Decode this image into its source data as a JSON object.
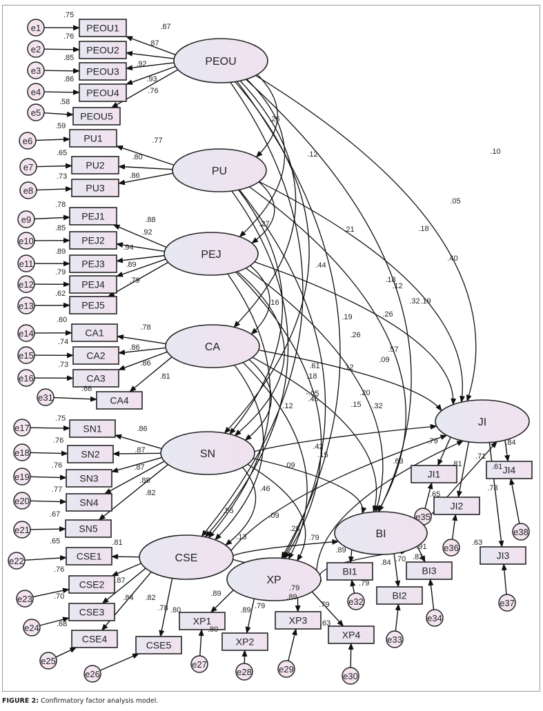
{
  "caption": {
    "prefix": "FIGURE 2:",
    "text": " Confirmatory factor analysis model."
  },
  "colors": {
    "node_fill_start": "#e6e6f2",
    "node_fill_end": "#f0e0ee",
    "stroke": "#111111",
    "frame": "#9a9a9a"
  },
  "latents": [
    {
      "id": "PEOU",
      "label": "PEOU"
    },
    {
      "id": "PU",
      "label": "PU"
    },
    {
      "id": "PEJ",
      "label": "PEJ"
    },
    {
      "id": "CA",
      "label": "CA"
    },
    {
      "id": "SN",
      "label": "SN"
    },
    {
      "id": "CSE",
      "label": "CSE"
    },
    {
      "id": "XP",
      "label": "XP"
    },
    {
      "id": "BI",
      "label": "BI"
    },
    {
      "id": "JI",
      "label": "JI"
    }
  ],
  "indicators": [
    {
      "id": "PEOU1",
      "factor": "PEOU",
      "loading": ".87",
      "r2": ".75",
      "error": "e1"
    },
    {
      "id": "PEOU2",
      "factor": "PEOU",
      "loading": ".87",
      "r2": ".76",
      "error": "e2"
    },
    {
      "id": "PEOU3",
      "factor": "PEOU",
      "loading": ".92",
      "r2": ".85",
      "error": "e3"
    },
    {
      "id": "PEOU4",
      "factor": "PEOU",
      "loading": ".93",
      "r2": ".86",
      "error": "e4"
    },
    {
      "id": "PEOU5",
      "factor": "PEOU",
      "loading": ".76",
      "r2": ".58",
      "error": "e5"
    },
    {
      "id": "PU1",
      "factor": "PU",
      "loading": ".77",
      "r2": ".59",
      "error": "e6"
    },
    {
      "id": "PU2",
      "factor": "PU",
      "loading": ".80",
      "r2": ".65",
      "error": "e7"
    },
    {
      "id": "PU3",
      "factor": "PU",
      "loading": ".86",
      "r2": ".73",
      "error": "e8"
    },
    {
      "id": "PEJ1",
      "factor": "PEJ",
      "loading": ".88",
      "r2": ".78",
      "error": "e9"
    },
    {
      "id": "PEJ2",
      "factor": "PEJ",
      "loading": ".92",
      "r2": ".85",
      "error": "e10"
    },
    {
      "id": "PEJ3",
      "factor": "PEJ",
      "loading": ".94",
      "r2": ".89",
      "error": "e11"
    },
    {
      "id": "PEJ4",
      "factor": "PEJ",
      "loading": ".89",
      "r2": ".79",
      "error": "e12"
    },
    {
      "id": "PEJ5",
      "factor": "PEJ",
      "loading": ".79",
      "r2": ".62",
      "error": "e13"
    },
    {
      "id": "CA1",
      "factor": "CA",
      "loading": ".78",
      "r2": ".60",
      "error": "e14"
    },
    {
      "id": "CA2",
      "factor": "CA",
      "loading": ".86",
      "r2": ".74",
      "error": "e15"
    },
    {
      "id": "CA3",
      "factor": "CA",
      "loading": ".86",
      "r2": ".73",
      "error": "e16"
    },
    {
      "id": "CA4",
      "factor": "CA",
      "loading": ".81",
      "r2": ".66",
      "error": "e31"
    },
    {
      "id": "SN1",
      "factor": "SN",
      "loading": ".86",
      "r2": ".75",
      "error": "e17"
    },
    {
      "id": "SN2",
      "factor": "SN",
      "loading": ".87",
      "r2": ".76",
      "error": "e18"
    },
    {
      "id": "SN3",
      "factor": "SN",
      "loading": ".87",
      "r2": ".76",
      "error": "e19"
    },
    {
      "id": "SN4",
      "factor": "SN",
      "loading": ".88",
      "r2": ".77",
      "error": "e20"
    },
    {
      "id": "SN5",
      "factor": "SN",
      "loading": ".82",
      "r2": ".67",
      "error": "e21"
    },
    {
      "id": "CSE1",
      "factor": "CSE",
      "loading": ".81",
      "r2": ".65",
      "error": "e22"
    },
    {
      "id": "CSE2",
      "factor": "CSE",
      "loading": ".87",
      "r2": ".76",
      "error": "e23"
    },
    {
      "id": "CSE3",
      "factor": "CSE",
      "loading": ".84",
      "r2": ".70",
      "error": "e24"
    },
    {
      "id": "CSE4",
      "factor": "CSE",
      "loading": ".82",
      "r2": ".68",
      "error": "e25"
    },
    {
      "id": "CSE5",
      "factor": "CSE",
      "loading": ".78",
      "r2": ".80",
      "error": "e26"
    },
    {
      "id": "XP1",
      "factor": "XP",
      "loading": ".89",
      "r2": ".80",
      "error": "e27"
    },
    {
      "id": "XP2",
      "factor": "XP",
      "loading": ".89",
      "r2": ".79",
      "error": "e28"
    },
    {
      "id": "XP3",
      "factor": "XP",
      "loading": ".89",
      "r2": ".79",
      "error": "e29"
    },
    {
      "id": "XP4",
      "factor": "XP",
      "loading": ".79",
      "r2": ".63",
      "error": "e30"
    },
    {
      "id": "BI1",
      "factor": "BI",
      "loading": ".89",
      "r2": ".79",
      "error": "e32"
    },
    {
      "id": "BI2",
      "factor": "BI",
      "loading": ".84",
      "r2": ".70",
      "error": "e33"
    },
    {
      "id": "BI3",
      "factor": "BI",
      "loading": ".91",
      "r2": ".83",
      "error": "e34"
    },
    {
      "id": "JI1",
      "factor": "JI",
      "loading": ".79",
      "r2": ".65",
      "error": "e35"
    },
    {
      "id": "JI2",
      "factor": "JI",
      "loading": ".81",
      "r2": ".63",
      "error": "e36"
    },
    {
      "id": "JI3",
      "factor": "JI",
      "loading": ".78",
      "r2": ".61",
      "error": "e37"
    },
    {
      "id": "JI4",
      "factor": "JI",
      "loading": ".84",
      "r2": ".71",
      "error": "e38"
    }
  ],
  "covariances": [
    {
      "from": "PEOU",
      "to": "PU",
      "value": ".26"
    },
    {
      "from": "PU",
      "to": "PEJ",
      "value": ".27"
    },
    {
      "from": "PEJ",
      "to": "CA",
      "value": ".16"
    },
    {
      "from": "PEOU",
      "to": "JI",
      "value": ".10"
    },
    {
      "from": "PU",
      "to": "JI",
      "value": ".05"
    },
    {
      "from": "PEOU",
      "to": "PEJ",
      "value": ".12"
    },
    {
      "from": "PEOU",
      "to": "CA",
      "value": ".21"
    },
    {
      "from": "PEOU",
      "to": "BI",
      "value": ".18"
    },
    {
      "from": "PEJ",
      "to": "JI",
      "value": ".40"
    },
    {
      "from": "PU",
      "to": "SN",
      "value": ".44"
    },
    {
      "from": "PEOU",
      "to": "XP",
      "value": ".18"
    },
    {
      "from": "PU",
      "to": "XP",
      "value": ".12"
    },
    {
      "from": "PU",
      "to": "BI",
      "value": ".32"
    },
    {
      "from": "PEOU",
      "to": "SN",
      "value": ".19"
    },
    {
      "from": "PEJ",
      "to": "BI",
      "value": ".19"
    },
    {
      "from": "PEJ",
      "to": "XP",
      "value": ".26"
    },
    {
      "from": "PU",
      "to": "CSE",
      "value": ".26"
    },
    {
      "from": "CA",
      "to": "JI",
      "value": ".57"
    },
    {
      "from": "PEJ",
      "to": "SN",
      "value": ".61"
    },
    {
      "from": "CA",
      "to": "BI",
      "value": ".09"
    },
    {
      "from": "PEJ",
      "to": "CSE",
      "value": ".18"
    },
    {
      "from": "CA",
      "to": "XP",
      "value": ".12"
    },
    {
      "from": "CA",
      "to": "SN",
      "value": ".12"
    },
    {
      "from": "CA",
      "to": "CSE",
      "value": "-.05"
    },
    {
      "from": "SN",
      "to": "JI",
      "value": ".45"
    },
    {
      "from": "SN",
      "to": "BI",
      "value": ".20"
    },
    {
      "from": "PEOU",
      "to": "CSE",
      "value": ".15"
    },
    {
      "from": "SN",
      "to": "XP",
      "value": ".32"
    },
    {
      "from": "CSE",
      "to": "JI",
      "value": ".42"
    },
    {
      "from": "CSE",
      "to": "BI",
      "value": ".15"
    },
    {
      "from": "SN",
      "to": "CSE",
      "value": ".09"
    },
    {
      "from": "XP",
      "to": "JI",
      "value": ".63"
    },
    {
      "from": "XP",
      "to": "BI",
      "value": ".46"
    },
    {
      "from": "CSE",
      "to": "XP",
      "value": ".55"
    },
    {
      "from": "PEJ",
      "to": "PEJ_CSE2",
      "value": ".09"
    },
    {
      "from": "CSE",
      "to": "XP2",
      "value": ".13"
    },
    {
      "from": "XP",
      "to": "BI2",
      "value": ".28"
    },
    {
      "from": "BI",
      "to": "JI",
      "value": ".79"
    }
  ]
}
